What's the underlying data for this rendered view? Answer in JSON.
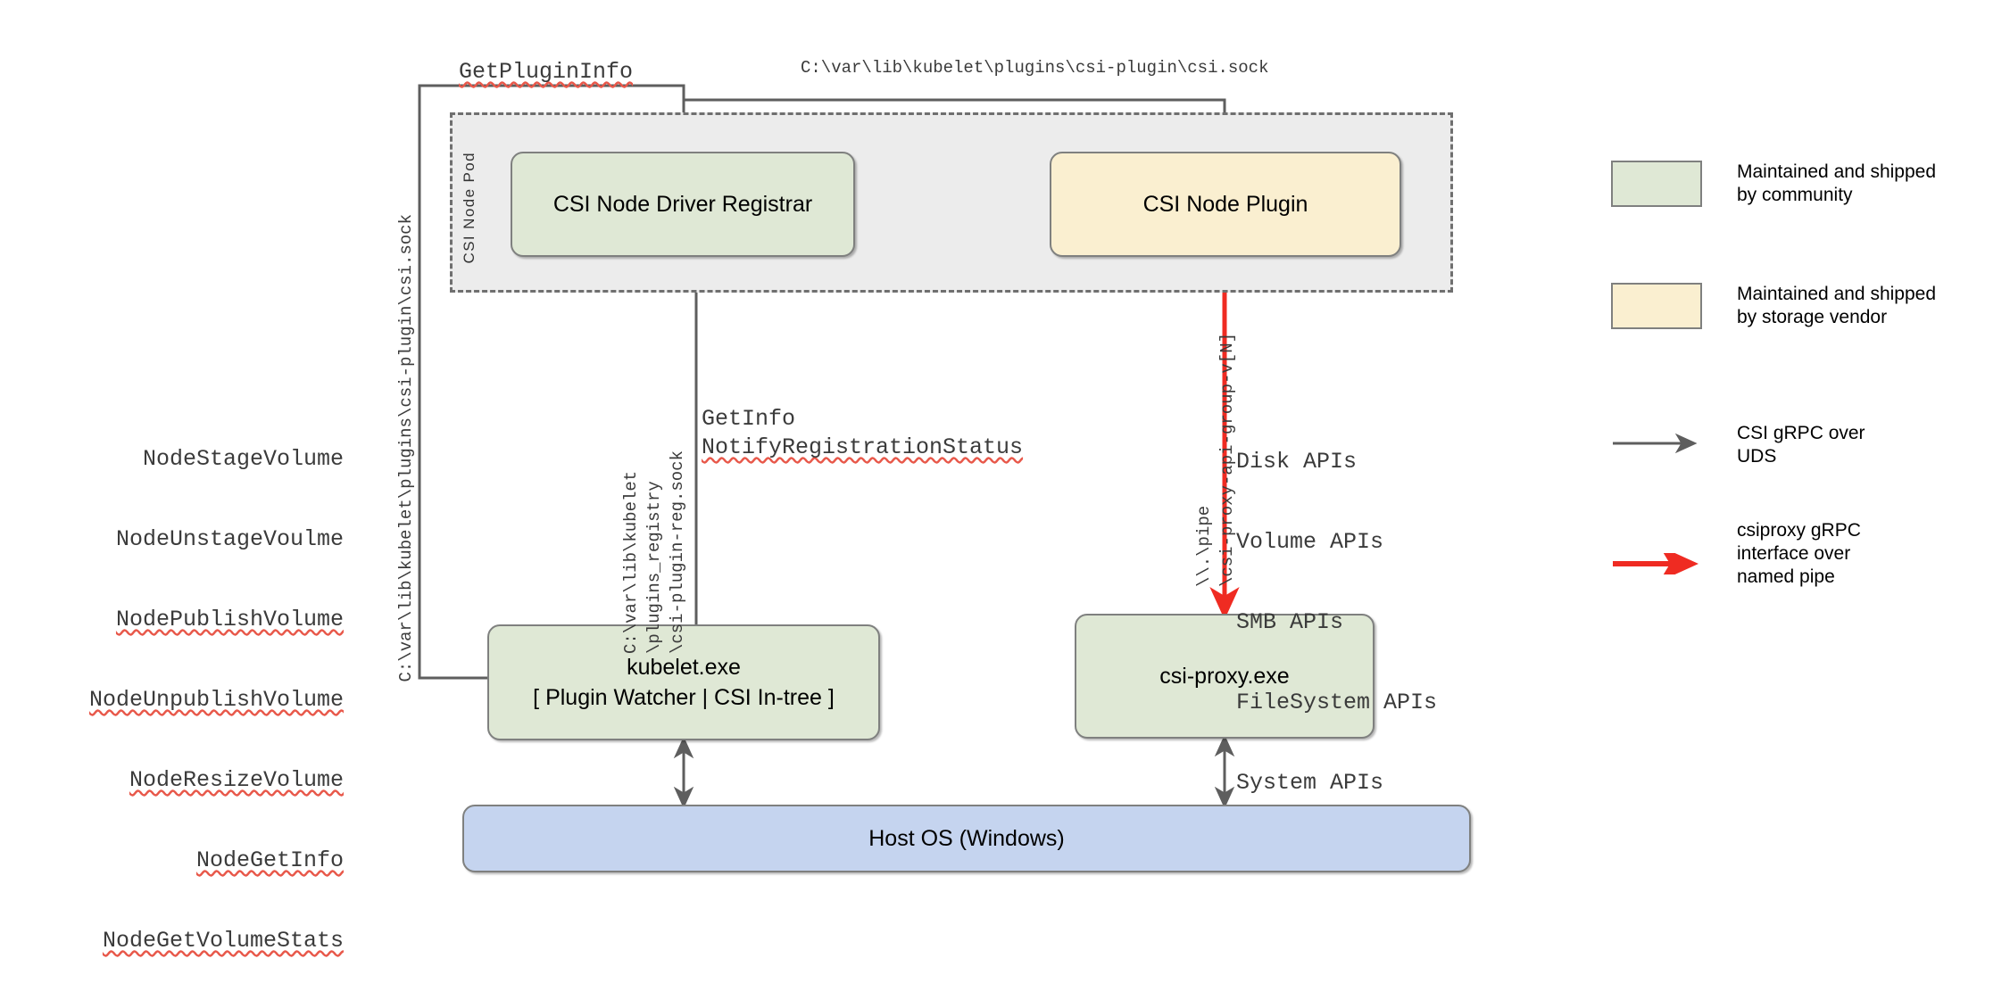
{
  "diagram": {
    "pod": {
      "label": "CSI Node Pod"
    },
    "nodes": {
      "registrar": {
        "title": "CSI Node Driver Registrar"
      },
      "plugin": {
        "title": "CSI Node Plugin"
      },
      "kubelet": {
        "title": "kubelet.exe",
        "subtitle": "[ Plugin Watcher | CSI In-tree ]"
      },
      "csiproxy": {
        "title": "csi-proxy.exe"
      },
      "hostos": {
        "title": "Host OS (Windows)"
      }
    },
    "labels": {
      "get_plugin_info": "GetPluginInfo",
      "csi_sock_path_top": "C:\\var\\lib\\kubelet\\plugins\\csi-plugin\\csi.sock",
      "csi_sock_path_left": "C:\\var\\lib\\kubelet\\plugins\\csi-plugin\\csi.sock",
      "registry_path": [
        "C:\\var\\lib\\kubelet",
        "\\plugins_registry",
        "\\csi-plugin-reg.sock"
      ],
      "named_pipe_path": [
        "\\\\.\\pipe",
        "\\csi-proxy-api-group-v[N]"
      ],
      "get_info": "GetInfo",
      "notify_registration_status": "NotifyRegistrationStatus"
    },
    "csi_node_apis": [
      "NodeStageVolume",
      "NodeUnstageVoulme",
      "NodePublishVolume",
      "NodeUnpublishVolume",
      "NodeResizeVolume",
      "NodeGetInfo",
      "NodeGetVolumeStats"
    ],
    "csiproxy_apis": [
      "Disk APIs",
      "Volume APIs",
      "SMB APIs",
      "FileSystem APIs",
      "System APIs"
    ],
    "legend": [
      {
        "kind": "swatch",
        "color": "#dfe8d5",
        "text": "Maintained and shipped\nby community"
      },
      {
        "kind": "swatch",
        "color": "#faefd0",
        "text": "Maintained and shipped\nby storage vendor"
      },
      {
        "kind": "arrow",
        "color": "#5e5e5e",
        "text": "CSI gRPC over\nUDS"
      },
      {
        "kind": "arrow",
        "color": "#ef2b22",
        "text": "csiproxy gRPC\ninterface over\nnamed pipe"
      }
    ],
    "colors": {
      "green": "#dfe8d5",
      "yellow": "#faefd0",
      "blue": "#c5d4ef",
      "pod_fill": "#ececec",
      "stroke": "#7f807f",
      "arrow_gray": "#5e5e5e",
      "arrow_red": "#ef2b22"
    }
  }
}
